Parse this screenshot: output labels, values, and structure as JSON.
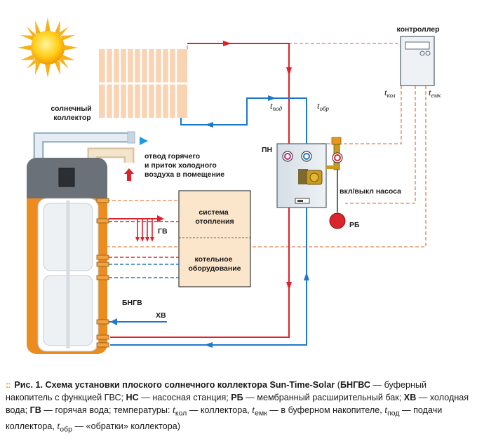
{
  "labels": {
    "collector": [
      "солнечный",
      "коллектор"
    ],
    "controller": "контроллер",
    "pump_station": "ПН",
    "exhaust": [
      "отвод горячего",
      "и приток холодного",
      "воздуха в помещение"
    ],
    "heating_system": [
      "система",
      "отопления"
    ],
    "boiler_equipment": [
      "котельное",
      "оборудование"
    ],
    "hot_water": "ГВ",
    "cold_water": "ХВ",
    "tank": "БНГВ",
    "pump_switch": "вкл/выкл насоса",
    "expansion_tank": "РБ"
  },
  "temps": {
    "t_kol": {
      "base": "t",
      "sub": "кол"
    },
    "t_emk": {
      "base": "t",
      "sub": "емк"
    },
    "t_pod": {
      "base": "t",
      "sub": "под"
    },
    "t_obr": {
      "base": "t",
      "sub": "обр"
    }
  },
  "caption": {
    "title": "Рис. 1. Схема установки плоского солнечного коллектора Sun-Time-Solar",
    "bngvs_abbr": "БНГВС",
    "bngvs_text": " — буферный накопитель с функцией ГВС; ",
    "ns_abbr": "НС",
    "ns_text": " — насосная станция; ",
    "rb_abbr": "РБ",
    "rb_text": " — мембранный расширительный бак; ",
    "hv_abbr": "ХВ",
    "hv_text": " — холодная вода; ",
    "gv_abbr": "ГВ",
    "gv_text": " — горячая вода; температуры: ",
    "tkol_sub": "кол",
    "tkol_text": " — коллектора, ",
    "temk_sub": "емк",
    "temk_text": " — в буферном накопителе, ",
    "tpod_sub": "под",
    "tpod_text": " — подачи коллектора, ",
    "tobr_sub": "обр",
    "tobr_text": " — «обратки» коллектора)"
  },
  "colors": {
    "hot": "#e0202a",
    "cold": "#1e78c8",
    "signal": "#e8956a",
    "tank_orange": "#ec8c1e",
    "box_fill": "#fbe6cc",
    "collector": "#f9d3b2",
    "sun": "#f5b400"
  }
}
